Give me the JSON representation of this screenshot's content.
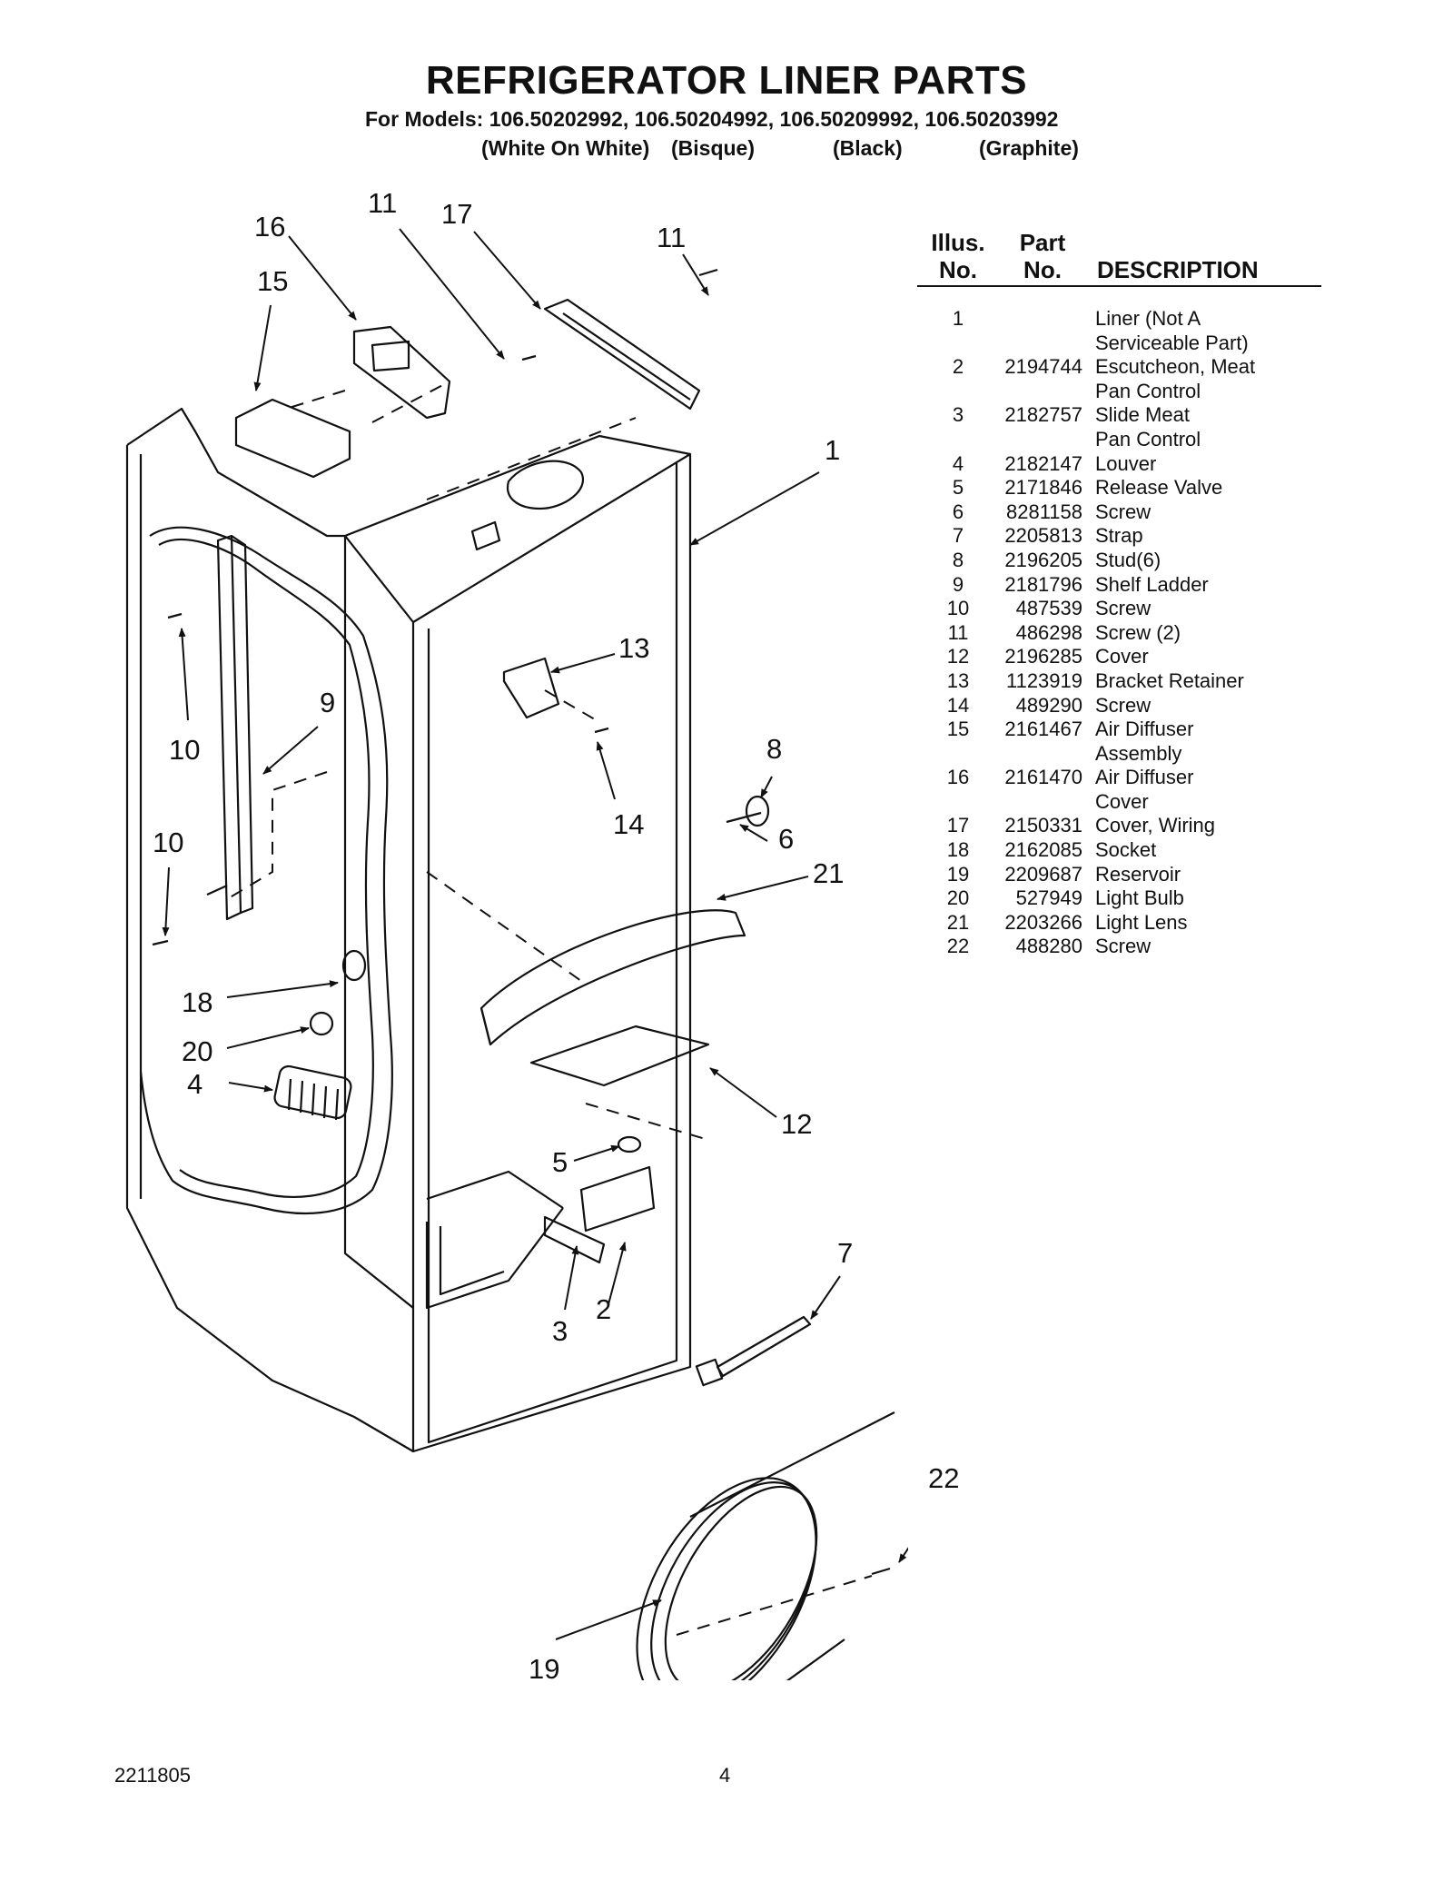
{
  "title": "REFRIGERATOR LINER PARTS",
  "models_line": "For Models: 106.50202992, 106.50204992, 106.50209992, 106.50203992",
  "variants": [
    "(White On White)",
    "(Bisque)",
    "(Black)",
    "(Graphite)"
  ],
  "table": {
    "headers": {
      "illus": [
        "Illus.",
        "No."
      ],
      "part": [
        "Part",
        "No."
      ],
      "description": "DESCRIPTION"
    },
    "rows": [
      {
        "illus": "1",
        "part": "",
        "desc": [
          "Liner (Not A",
          "Serviceable Part)"
        ]
      },
      {
        "illus": "2",
        "part": "2194744",
        "desc": [
          "Escutcheon, Meat",
          "Pan Control"
        ]
      },
      {
        "illus": "3",
        "part": "2182757",
        "desc": [
          "Slide Meat",
          "Pan Control"
        ]
      },
      {
        "illus": "4",
        "part": "2182147",
        "desc": [
          "Louver"
        ]
      },
      {
        "illus": "5",
        "part": "2171846",
        "desc": [
          "Release Valve"
        ]
      },
      {
        "illus": "6",
        "part": "8281158",
        "desc": [
          "Screw"
        ]
      },
      {
        "illus": "7",
        "part": "2205813",
        "desc": [
          "Strap"
        ]
      },
      {
        "illus": "8",
        "part": "2196205",
        "desc": [
          "Stud(6)"
        ]
      },
      {
        "illus": "9",
        "part": "2181796",
        "desc": [
          "Shelf Ladder"
        ]
      },
      {
        "illus": "10",
        "part": "487539",
        "desc": [
          "Screw"
        ]
      },
      {
        "illus": "11",
        "part": "486298",
        "desc": [
          "Screw (2)"
        ]
      },
      {
        "illus": "12",
        "part": "2196285",
        "desc": [
          "Cover"
        ]
      },
      {
        "illus": "13",
        "part": "1123919",
        "desc": [
          "Bracket Retainer"
        ]
      },
      {
        "illus": "14",
        "part": "489290",
        "desc": [
          "Screw"
        ]
      },
      {
        "illus": "15",
        "part": "2161467",
        "desc": [
          "Air Diffuser",
          "Assembly"
        ]
      },
      {
        "illus": "16",
        "part": "2161470",
        "desc": [
          "Air Diffuser",
          "Cover"
        ]
      },
      {
        "illus": "17",
        "part": "2150331",
        "desc": [
          "Cover, Wiring"
        ]
      },
      {
        "illus": "18",
        "part": "2162085",
        "desc": [
          "Socket"
        ]
      },
      {
        "illus": "19",
        "part": "2209687",
        "desc": [
          "Reservoir"
        ]
      },
      {
        "illus": "20",
        "part": "527949",
        "desc": [
          "Light Bulb"
        ]
      },
      {
        "illus": "21",
        "part": "2203266",
        "desc": [
          "Light Lens"
        ]
      },
      {
        "illus": "22",
        "part": "488280",
        "desc": [
          "Screw"
        ]
      }
    ]
  },
  "callouts": [
    "16",
    "15",
    "11",
    "17",
    "11",
    "1",
    "13",
    "9",
    "10",
    "8",
    "14",
    "6",
    "10",
    "21",
    "18",
    "20",
    "4",
    "12",
    "5",
    "7",
    "3",
    "2",
    "22",
    "19"
  ],
  "footer": {
    "doc_number": "2211805",
    "page_number": "4"
  }
}
